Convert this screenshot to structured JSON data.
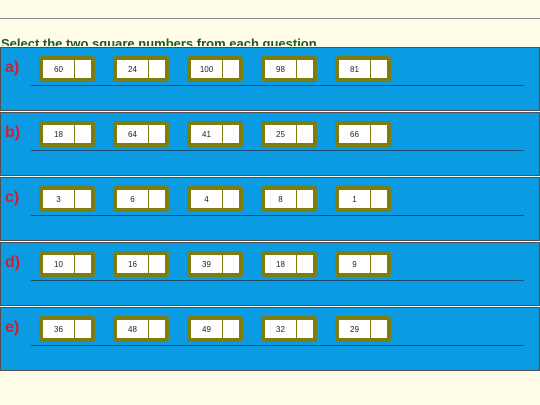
{
  "instruction": "Select the two square numbers from each question",
  "questions": [
    {
      "letter": "a)",
      "options": [
        "60",
        "24",
        "100",
        "98",
        "81"
      ]
    },
    {
      "letter": "b)",
      "options": [
        "18",
        "64",
        "41",
        "25",
        "66"
      ]
    },
    {
      "letter": "c)",
      "options": [
        "3",
        "6",
        "4",
        "8",
        "1"
      ]
    },
    {
      "letter": "d)",
      "options": [
        "10",
        "16",
        "39",
        "18",
        "9"
      ]
    },
    {
      "letter": "e)",
      "options": [
        "36",
        "48",
        "49",
        "32",
        "29"
      ]
    }
  ]
}
